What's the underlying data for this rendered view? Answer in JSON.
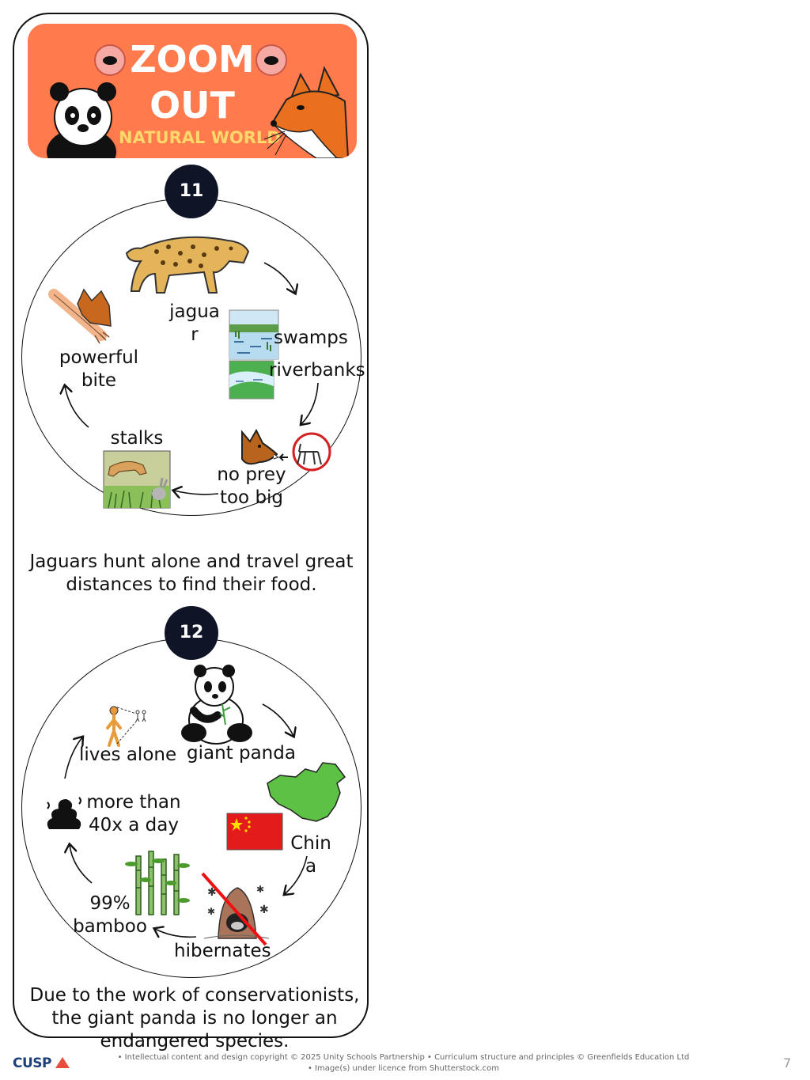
{
  "header": {
    "title_line1": "ZOOM",
    "title_line2": "OUT",
    "subtitle": "NATURAL WORLD",
    "colors": {
      "banner": "#ff7a4d",
      "subtitle": "#ffd76a"
    },
    "icons": [
      "panda-icon",
      "fox-icon",
      "eye-icon"
    ]
  },
  "card11": {
    "number": "11",
    "labels": {
      "jaguar": "jagua\nr",
      "swamps": "swamps",
      "riverbanks": "riverbanks",
      "no_prey": "no prey\ntoo big",
      "stalks": "stalks",
      "powerful_bite": "powerful\nbite"
    },
    "caption": "Jaguars hunt alone and travel great distances to find their food.",
    "icons": [
      "jaguar-icon",
      "swamp-icon",
      "riverbank-icon",
      "predator-icon",
      "no-prey-icon",
      "stalking-icon",
      "bite-icon"
    ]
  },
  "card12": {
    "number": "12",
    "labels": {
      "giant_panda": "giant panda",
      "china": "Chin\na",
      "hibernates": "hibernates",
      "bamboo": "99%\nbamboo",
      "poop": "more than\n40x a day",
      "lives_alone": "lives alone"
    },
    "caption": "Due to the work of conservationists, the giant panda is no longer an endangered species.",
    "icons": [
      "panda-icon",
      "china-map-icon",
      "china-flag-icon",
      "no-hibernation-icon",
      "bamboo-icon",
      "poop-icon",
      "alone-icon"
    ]
  },
  "footer": {
    "logo": "CUSP",
    "line1": "• Intellectual content and design copyright © 2025 Unity Schools Partnership   • Curriculum structure and principles © Greenfields Education Ltd",
    "line2": "• Image(s) under licence from Shutterstock.com",
    "page": "7"
  }
}
